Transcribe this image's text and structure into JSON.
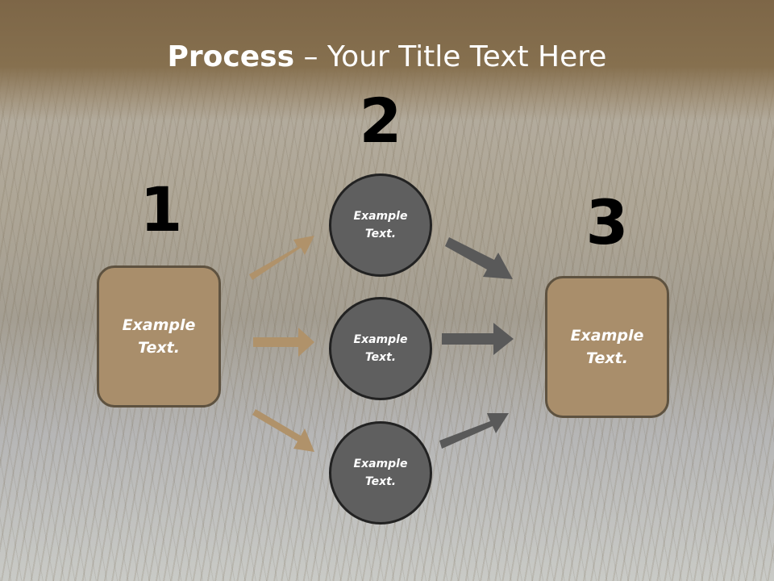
{
  "title": {
    "bold": "Process",
    "rest": " – Your Title Text Here"
  },
  "numbers": {
    "n1": "1",
    "n2": "2",
    "n3": "3"
  },
  "boxes": {
    "left": "Example\nText.",
    "right": "Example\nText."
  },
  "circles": {
    "top": "Example\nText.",
    "middle": "Example\nText.",
    "bottom": "Example\nText."
  },
  "colors": {
    "box_fill": "#a98e6b",
    "circle_fill": "#5f5f5f",
    "arrow_tan": "#b0926a",
    "arrow_gray": "#5a5a5a",
    "header": "#806a4b"
  }
}
